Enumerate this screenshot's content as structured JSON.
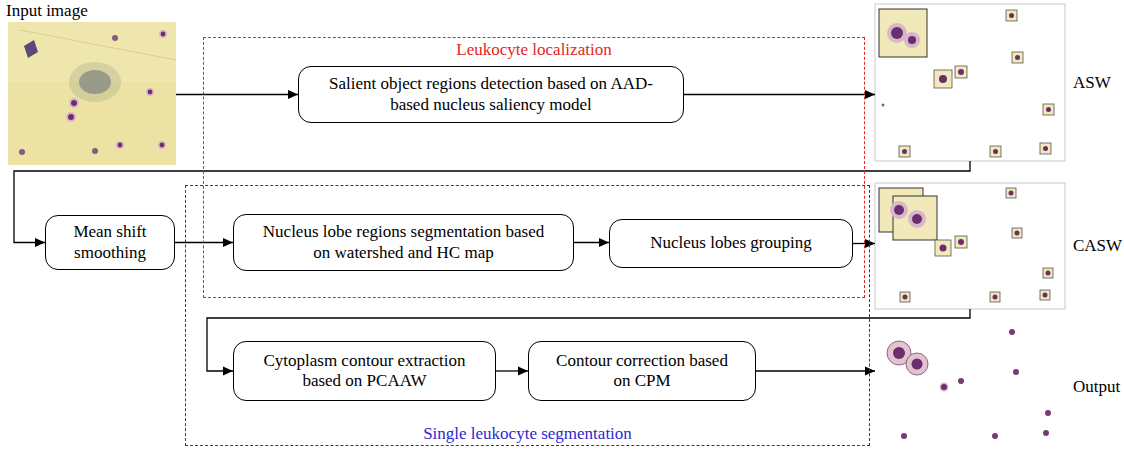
{
  "diagram": {
    "nodes": [
      {
        "text": [
          "Input image"
        ]
      },
      {
        "text": [
          "Leukocyte localization"
        ]
      },
      {
        "text": [
          "Salient object regions detection based on AAD-based nucleus saliency model"
        ],
        "in": 1
      },
      {
        "text": [
          "ASW"
        ]
      },
      {
        "text": [
          "Mean shift smoothing"
        ]
      },
      {
        "text": [
          "Nucleus lobe regions segmentation based on watershed and HC map"
        ],
        "in": 1
      },
      {
        "text": [
          "Nucleus lobes grouping"
        ],
        "in": 1
      },
      {
        "text": [
          "CASW"
        ]
      },
      {
        "text": [
          "Single leukocyte segmentation"
        ]
      },
      {
        "text": [
          "Cytoplasm contour extraction based on PCAAW"
        ],
        "in": 8
      },
      {
        "text": [
          "Contour correction based on CPM"
        ],
        "in": 8
      },
      {
        "text": [
          "Output"
        ]
      }
    ],
    "edges": [
      {
        "from": 0,
        "to": 2,
        "arrow": "to"
      },
      {
        "from": 2,
        "to": 3,
        "arrow": "to"
      },
      {
        "from": 3,
        "to": 4,
        "arrow": "to"
      },
      {
        "from": 4,
        "to": 5,
        "arrow": "to"
      },
      {
        "from": 5,
        "to": 6,
        "arrow": "to"
      },
      {
        "from": 6,
        "to": 7,
        "arrow": "to"
      },
      {
        "from": 7,
        "to": 9,
        "arrow": "to"
      },
      {
        "from": 9,
        "to": 10,
        "arrow": "to"
      },
      {
        "from": 10,
        "to": 11,
        "arrow": "to"
      }
    ]
  }
}
